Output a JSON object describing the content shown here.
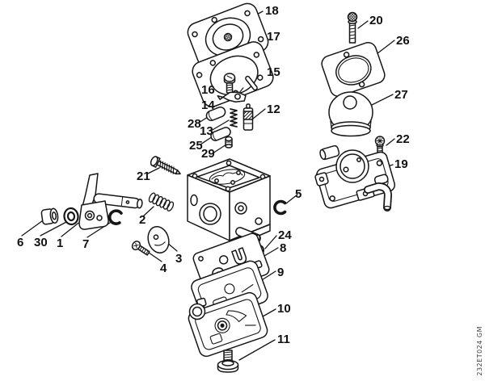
{
  "figure": {
    "type": "exploded-parts-diagram",
    "drawing_code": "232ET024 GM",
    "style": {
      "line_color": "#161616",
      "background": "#ffffff",
      "label_color": "#111111"
    },
    "callouts": {
      "c1": {
        "label": "1"
      },
      "c2": {
        "label": "2"
      },
      "c3": {
        "label": "3"
      },
      "c4": {
        "label": "4"
      },
      "c5": {
        "label": "5"
      },
      "c6": {
        "label": "6"
      },
      "c7": {
        "label": "7"
      },
      "c8": {
        "label": "8"
      },
      "c9": {
        "label": "9"
      },
      "c10": {
        "label": "10"
      },
      "c11": {
        "label": "11"
      },
      "c12": {
        "label": "12"
      },
      "c13": {
        "label": "13"
      },
      "c14": {
        "label": "14"
      },
      "c15": {
        "label": "15"
      },
      "c16": {
        "label": "16"
      },
      "c17": {
        "label": "17"
      },
      "c18": {
        "label": "18"
      },
      "c19": {
        "label": "19"
      },
      "c20": {
        "label": "20"
      },
      "c21": {
        "label": "21"
      },
      "c22": {
        "label": "22"
      },
      "c24": {
        "label": "24"
      },
      "c25": {
        "label": "25"
      },
      "c26": {
        "label": "26"
      },
      "c27": {
        "label": "27"
      },
      "c28": {
        "label": "28"
      },
      "c29": {
        "label": "29"
      },
      "c30": {
        "label": "30"
      }
    }
  }
}
